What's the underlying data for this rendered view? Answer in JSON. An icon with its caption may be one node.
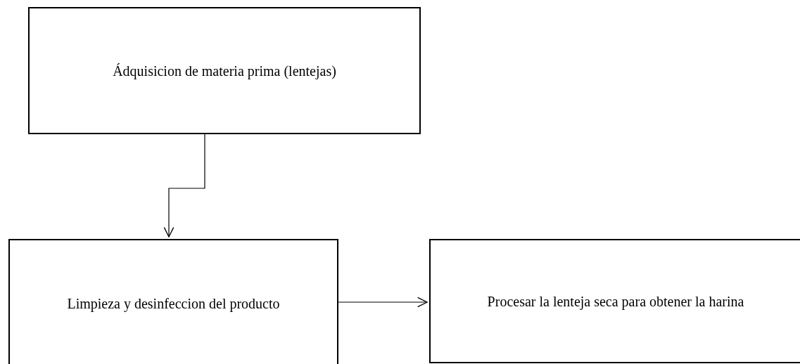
{
  "diagram": {
    "nodes": [
      {
        "text": [
          "Ádquisicion de materia prima (lentejas)"
        ]
      },
      {
        "text": [
          "Limpieza y desinfeccion del producto"
        ]
      },
      {
        "text": [
          "Procesar la lenteja seca para obtener la harina"
        ]
      }
    ],
    "edges": [
      {
        "from": 0,
        "to": 1,
        "arrow": "to"
      },
      {
        "from": 1,
        "to": 2,
        "arrow": "to"
      }
    ]
  }
}
